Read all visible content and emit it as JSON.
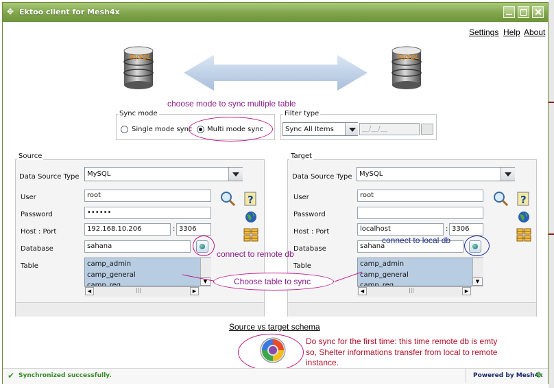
{
  "window": {
    "title": "Ektoo client for Mesh4x"
  },
  "top_links": {
    "settings": "Settings",
    "help": "Help",
    "about": "About"
  },
  "db_icon_text": "MySQL",
  "annotations": {
    "sync_mode": "choose mode to sync multiple table",
    "connect_remote": "connect to remote db",
    "connect_local": "connect to local db",
    "choose_table": "Choose table to sync",
    "first_sync_line1": "Do sync for the first time: this time remote db is emty",
    "first_sync_line2": "so, Shelter informations transfer from local to remote",
    "first_sync_line3": "instance."
  },
  "sync_mode": {
    "legend": "Sync mode",
    "single": "Single mode sync",
    "multi": "Multi mode sync",
    "selected": "multi"
  },
  "filter_type": {
    "legend": "Filter type",
    "value": "Sync All Items",
    "date_placeholder": "__/__/__"
  },
  "source": {
    "legend": "Source",
    "data_source_type_label": "Data Source Type",
    "data_source_type": "MySQL",
    "user_label": "User",
    "user": "root",
    "password_label": "Password",
    "password": "••••••",
    "host_port_label": "Host : Port",
    "host": "192.168.10.206",
    "port_sep": ":",
    "port": "3306",
    "database_label": "Database",
    "database": "sahana",
    "table_label": "Table",
    "tables": [
      "camp_admin",
      "camp_general",
      "camp_reg"
    ]
  },
  "target": {
    "legend": "Target",
    "data_source_type_label": "Data Source Type",
    "data_source_type": "MySQL",
    "user_label": "User",
    "user": "root",
    "password_label": "Password",
    "password": "",
    "host_port_label": "Host : Port",
    "host": "localhost",
    "port_sep": ":",
    "port": "3306",
    "database_label": "Database",
    "database": "sahana",
    "table_label": "Table",
    "tables": [
      "camp_admin",
      "camp_general",
      "camp_reg"
    ]
  },
  "schema_link": "Source vs target schema",
  "scrollbar_grip": "|||",
  "status": {
    "message": "Synchronized successfully.",
    "powered_by": "Powered by Mesh4x"
  },
  "colors": {
    "title_bar": "#7fa44b",
    "annotation": "#8a1c8a",
    "list_selection": "#b8cde2"
  }
}
